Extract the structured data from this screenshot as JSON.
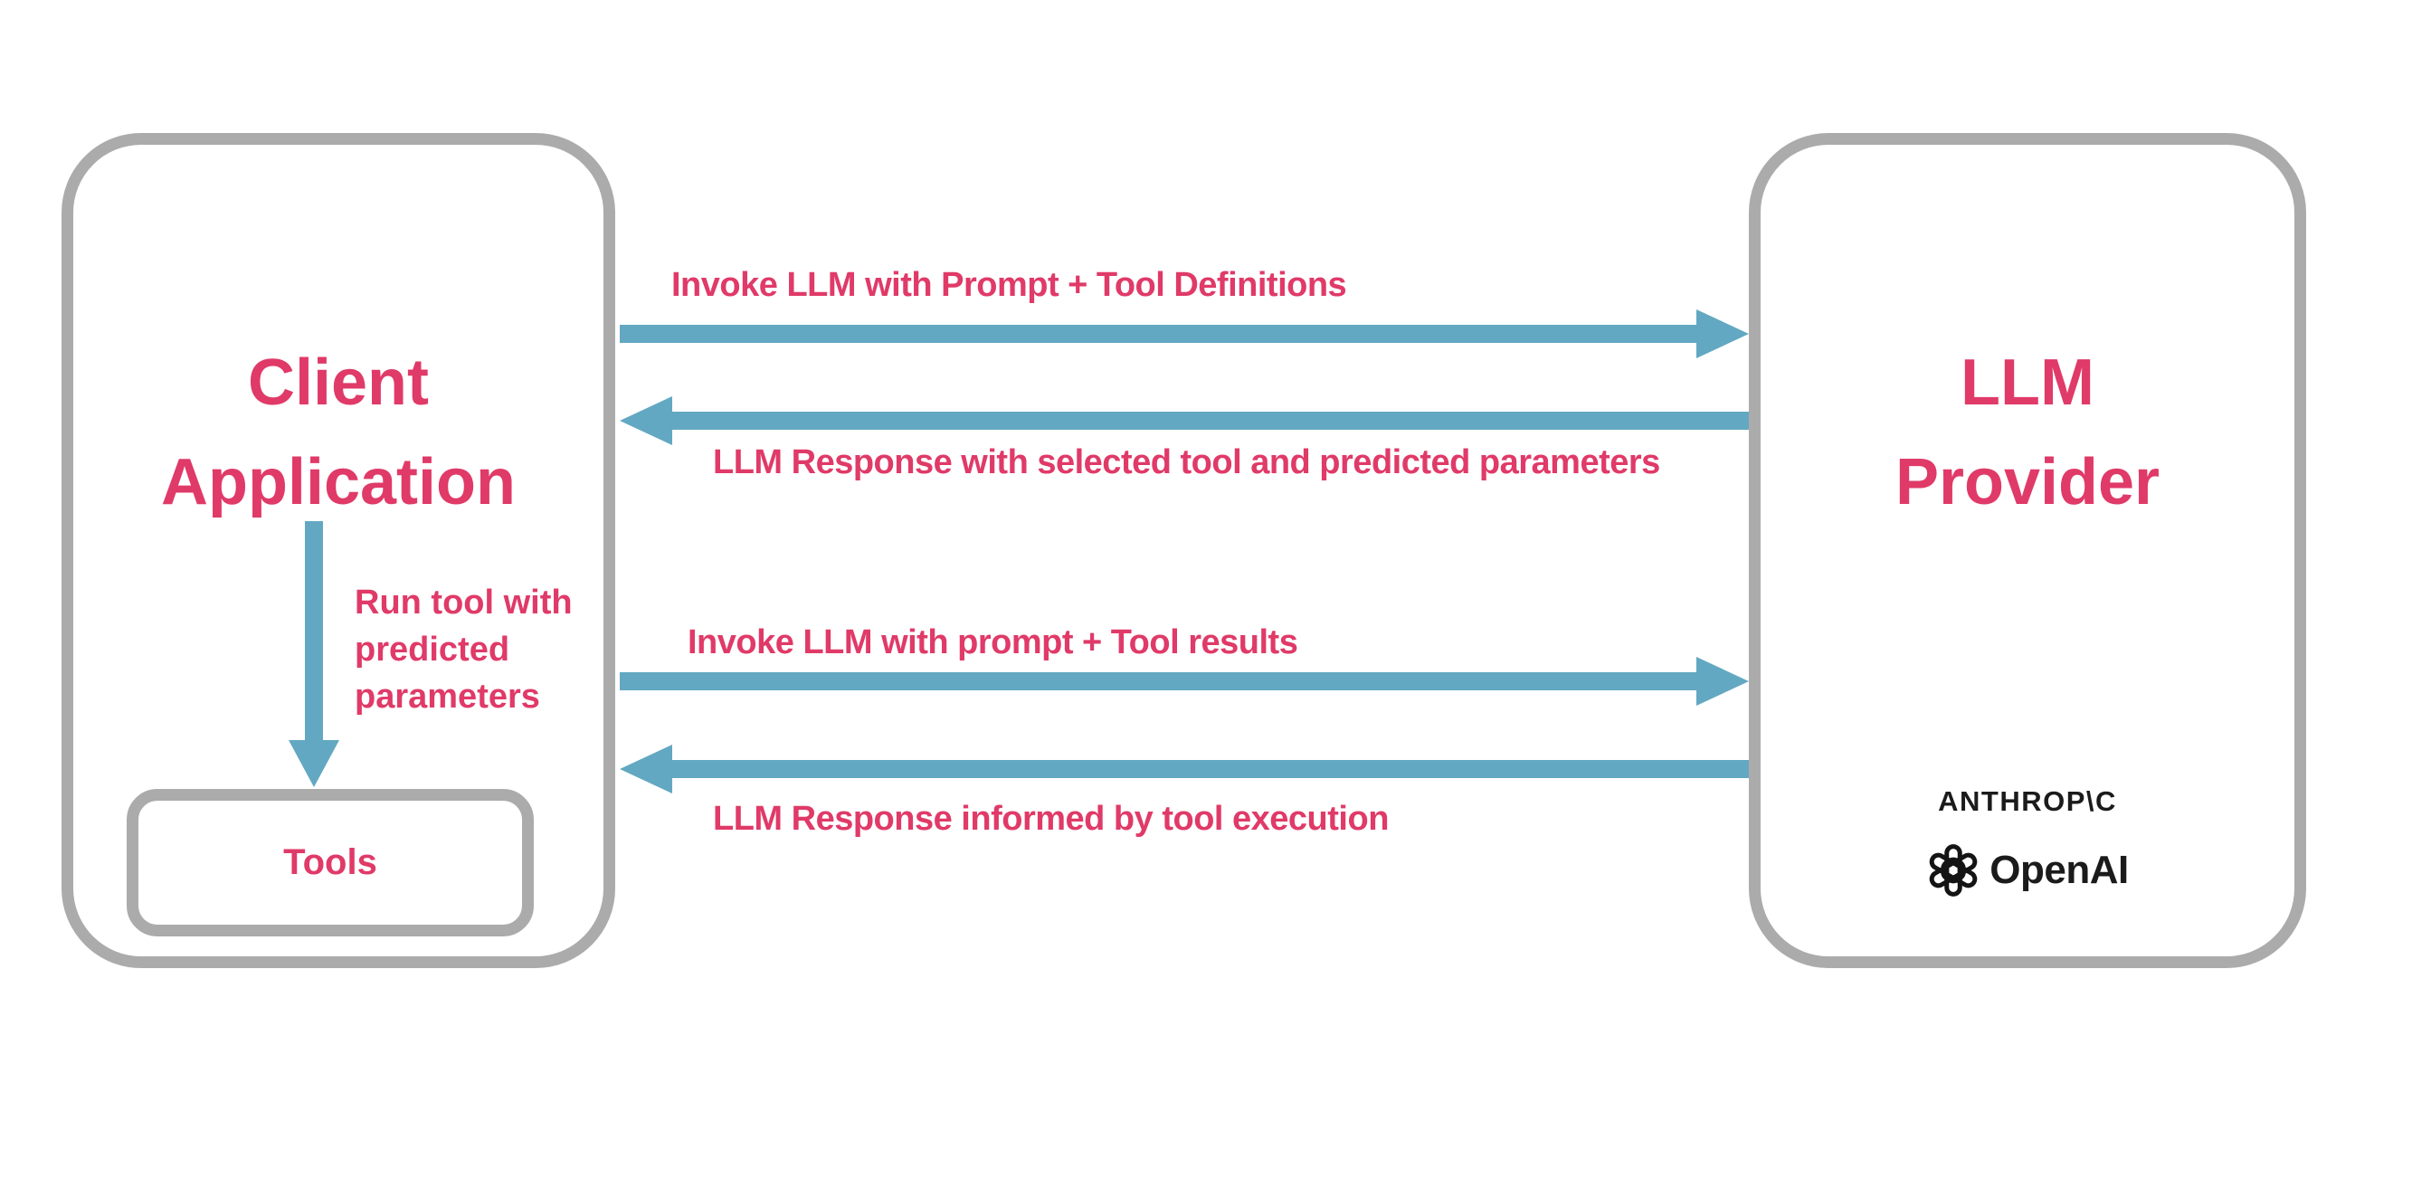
{
  "colors": {
    "pink": "#e03a68",
    "blue": "#62a8c2",
    "gray": "#ababab",
    "logo_black": "#1b1b1b",
    "background": "#ffffff"
  },
  "nodes": {
    "client": {
      "title_line1": "Client",
      "title_line2": "Application"
    },
    "tools": {
      "label": "Tools"
    },
    "provider": {
      "title_line1": "LLM",
      "title_line2": "Provider",
      "logos": {
        "anthropic": {
          "text": "ANTHROP\\C"
        },
        "openai": {
          "text": "OpenAI",
          "icon": "openai-flower-icon"
        }
      }
    }
  },
  "messages": [
    {
      "id": "invoke-with-tool-definitions",
      "direction": "right",
      "label": "Invoke LLM with Prompt + Tool Definitions"
    },
    {
      "id": "response-selected-tool",
      "direction": "left",
      "label": "LLM Response with selected tool and predicted parameters"
    },
    {
      "id": "run-tool",
      "direction": "down",
      "label": "Run tool with predicted parameters"
    },
    {
      "id": "invoke-with-tool-results",
      "direction": "right",
      "label": "Invoke LLM with prompt + Tool results"
    },
    {
      "id": "response-informed",
      "direction": "left",
      "label": "LLM Response informed by tool execution"
    }
  ]
}
